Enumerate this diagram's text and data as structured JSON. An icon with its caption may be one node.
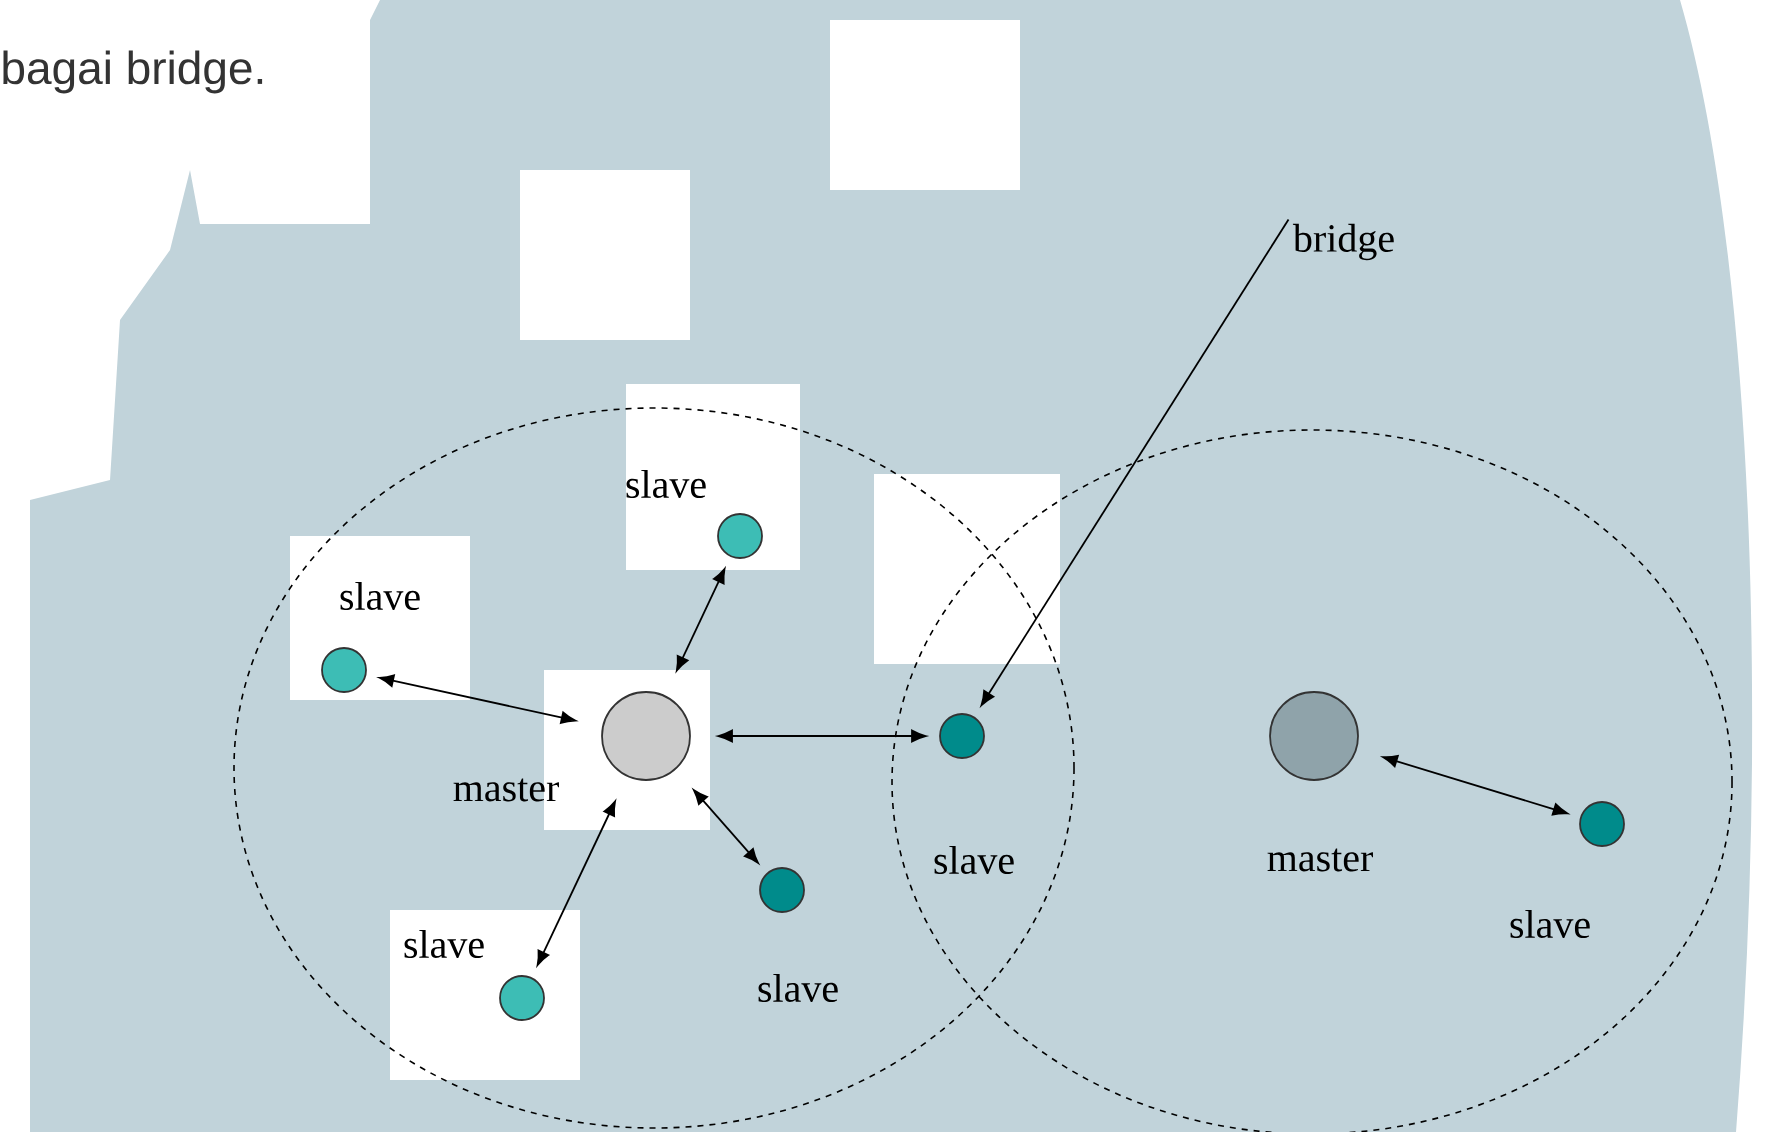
{
  "diagram": {
    "nodes": [
      {
        "text": [],
        "shape": "circle",
        "beside": [
          "master"
        ]
      },
      {
        "text": [],
        "shape": "circle",
        "beside": [
          "slave"
        ]
      },
      {
        "text": [],
        "shape": "circle",
        "beside": [
          "slave"
        ]
      },
      {
        "text": [],
        "shape": "circle",
        "beside": [
          "slave"
        ]
      },
      {
        "text": [],
        "shape": "circle",
        "beside": [
          "slave"
        ]
      },
      {
        "text": [],
        "shape": "circle",
        "beside": [
          "slave"
        ]
      },
      {
        "text": [],
        "shape": "circle",
        "beside": [
          "master"
        ]
      },
      {
        "text": [],
        "shape": "circle",
        "beside": [
          "slave"
        ]
      },
      {
        "text": [
          "bridge"
        ]
      }
    ],
    "edges": [
      {
        "from": 0,
        "to": 1,
        "arrow": "both"
      },
      {
        "from": 0,
        "to": 2,
        "arrow": "both"
      },
      {
        "from": 0,
        "to": 3,
        "arrow": "both"
      },
      {
        "from": 0,
        "to": 4,
        "arrow": "both"
      },
      {
        "from": 0,
        "to": 5,
        "arrow": "both"
      },
      {
        "from": 6,
        "to": 7,
        "arrow": "both"
      },
      {
        "from": 8,
        "to": 5,
        "arrow": "to"
      }
    ],
    "labels": [
      "bagai bridge."
    ]
  }
}
